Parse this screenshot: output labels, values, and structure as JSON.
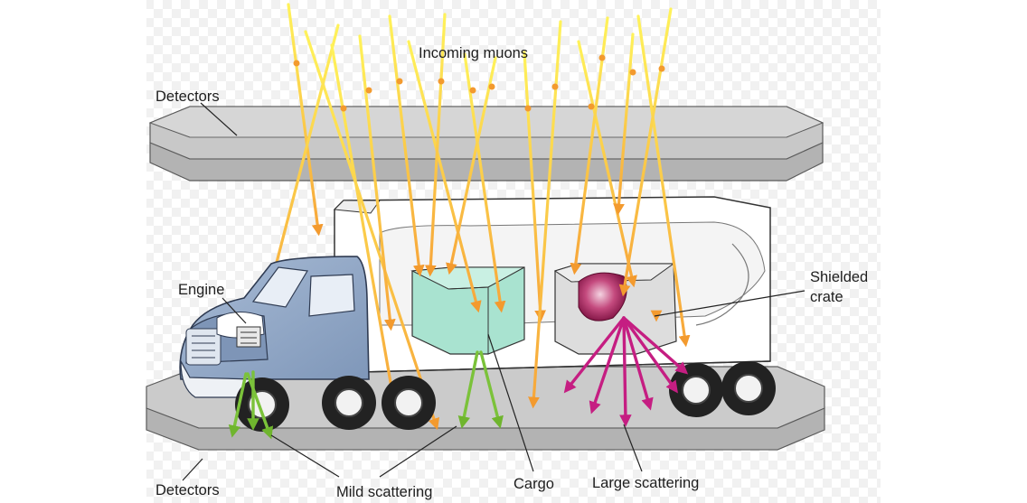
{
  "labels": {
    "incoming_muons": "Incoming muons",
    "detectors_top": "Detectors",
    "detectors_bottom": "Detectors",
    "engine": "Engine",
    "shielded_line1": "Shielded",
    "shielded_line2": "crate",
    "mild_scattering": "Mild scattering",
    "cargo": "Cargo",
    "large_scattering": "Large scattering"
  },
  "colors": {
    "background": "#ffffff",
    "checker": "#f1f1f1",
    "detector_plate": "#c4c4c4",
    "truck_cab": "#8fa6c5",
    "trailer": "#ffffff",
    "cargo_box": "#a9e3d0",
    "shielded_crate": "#e3e3e3",
    "crate_core": "#9c1a55",
    "muon_incoming_yellow": "#ffd92e",
    "muon_incoming_orange": "#f6a23a",
    "scatter_mild": "#7bc23a",
    "scatter_large": "#c51e82"
  }
}
